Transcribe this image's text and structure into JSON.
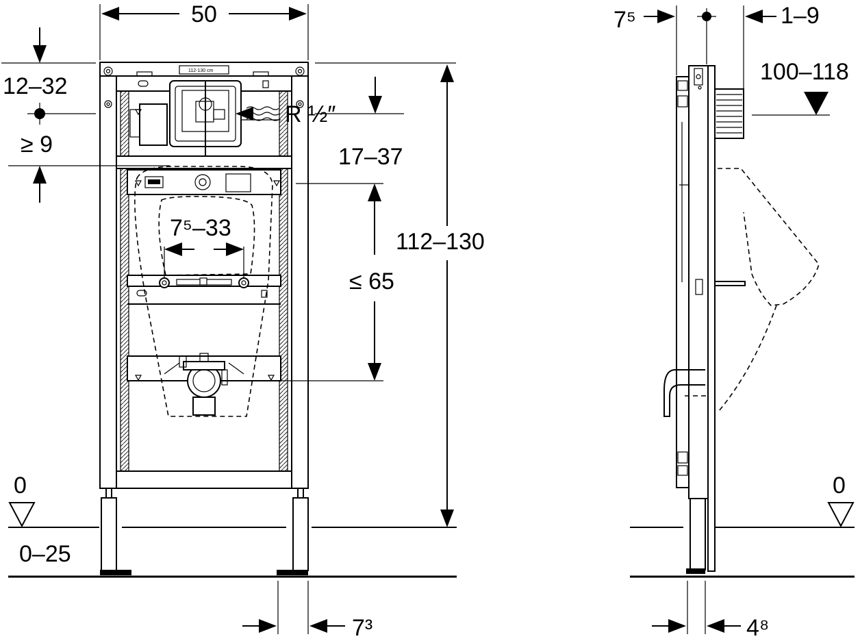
{
  "front_view": {
    "width_dim": "50",
    "top_offset_dim": "12–32",
    "supply_connection": "R ½″",
    "min_dim": "≥ 9",
    "drain_offset_dim": "17–37",
    "height_dim": "112–130",
    "fixing_spacing_dim": "7⁵–33",
    "max_drain_dim": "≤ 65",
    "floor_level": "0",
    "floor_adjust_dim": "0–25",
    "foot_dim": "7³",
    "nameplate_text": "112-130 cm"
  },
  "side_view": {
    "wall_offset_dim": "7⁵",
    "cover_dim": "1–9",
    "actuator_height_dim": "100–118",
    "floor_level": "0",
    "foot_depth_dim": "4⁸"
  }
}
